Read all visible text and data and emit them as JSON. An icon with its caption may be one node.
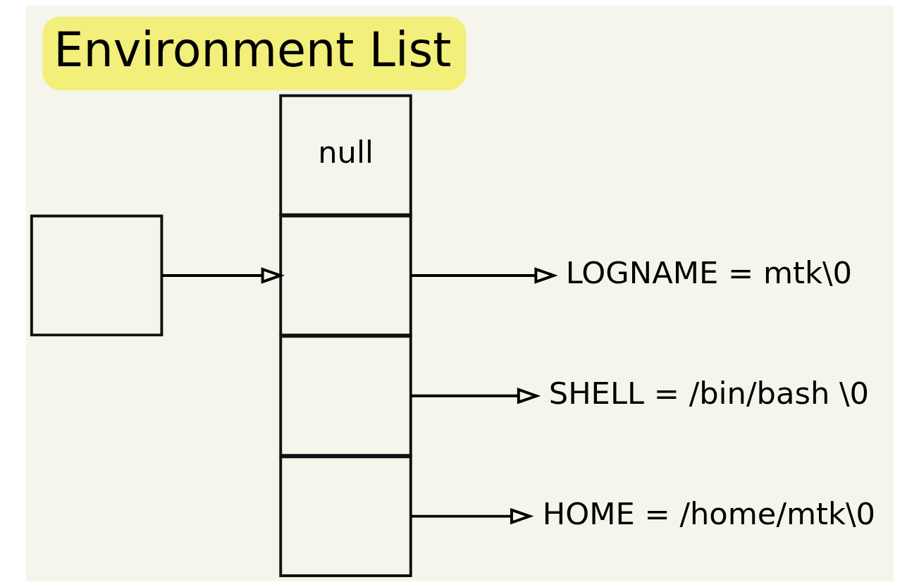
{
  "diagram": {
    "title": "Environment List",
    "nodes": [
      {
        "text": [],
        "shape": "box"
      },
      {
        "text": [],
        "shape": "box"
      },
      {
        "text": [],
        "shape": "box"
      },
      {
        "text": [],
        "shape": "box"
      },
      {
        "text": [
          "null"
        ]
      },
      {
        "text": [
          "LOGNAME = mtk\\0"
        ]
      },
      {
        "text": [
          "SHELL = /bin/bash \\0"
        ]
      },
      {
        "text": [
          "HOME = /home/mtk\\0"
        ]
      }
    ],
    "edges": [
      {
        "from": 0,
        "to": 1,
        "arrow": "to"
      },
      {
        "from": 1,
        "to": 5,
        "arrow": "to"
      },
      {
        "from": 2,
        "to": 6,
        "arrow": "to"
      },
      {
        "from": 3,
        "to": 7,
        "arrow": "to"
      }
    ]
  }
}
